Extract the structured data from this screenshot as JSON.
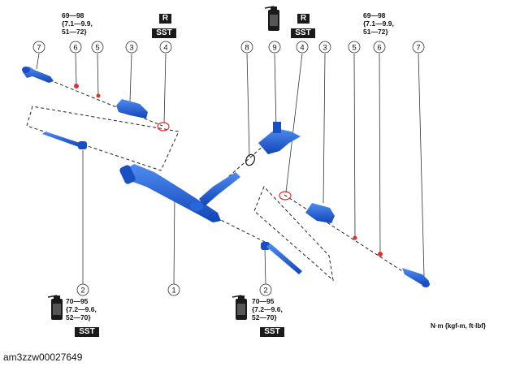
{
  "callouts": [
    "1",
    "2",
    "3",
    "4",
    "5",
    "6",
    "7",
    "8",
    "9"
  ],
  "torque_outer_tie_rod": "69—98\n{7.1—9.9,\n51—72}",
  "torque_inner_tie_rod": "70—95\n{7.2—9.6,\n52—70}",
  "badge_replace": "R",
  "badge_sst": "SST",
  "units_label": "N·m {kgf-m, ft·lbf}",
  "figure_code": "am3zzw00027649",
  "colors": {
    "part_blue": "#1f5fd6",
    "leader_red": "#e03030",
    "badge_bg": "#1a1a1a"
  },
  "icons": [
    "grease-can-icon",
    "o-ring-icon",
    "seal-icon"
  ]
}
